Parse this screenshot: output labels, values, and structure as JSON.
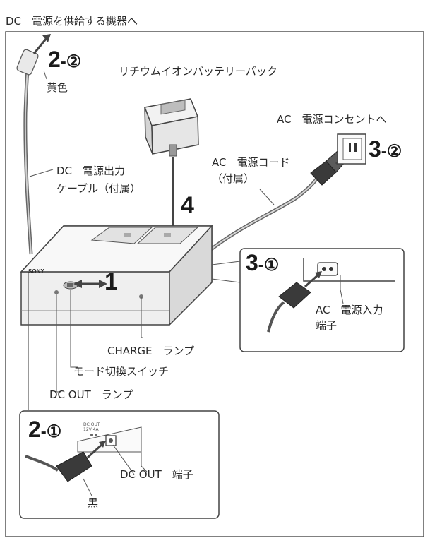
{
  "labels": {
    "dc_to_device": "DC　電源を供給する機器へ",
    "yellow": "黄色",
    "battery_pack": "リチウムイオンバッテリーパック",
    "ac_to_outlet": "AC　電源コンセントへ",
    "ac_cord_1": "AC　電源コード",
    "ac_cord_2": "（付属）",
    "dc_cable_1": "DC　電源出力",
    "dc_cable_2": "ケーブル（付属）",
    "ac_in_1": "AC　電源入力",
    "ac_in_2": "端子",
    "charge_lamp": "CHARGE　ランプ",
    "mode_switch": "モード切換スイッチ",
    "dcout_lamp": "DC OUT　ランプ",
    "dcout_terminal": "DC OUT　端子",
    "black": "黒",
    "brand": "SONY",
    "panel_text_1": "DC OUT",
    "panel_text_2": "12V 4A"
  },
  "steps": {
    "s2b_num": "2",
    "s2b_sub": "-②",
    "s3b_num": "3",
    "s3b_sub": "-②",
    "s3a_num": "3",
    "s3a_sub": "-①",
    "s2a_num": "2",
    "s2a_sub": "-①",
    "s1": "1",
    "s4": "4"
  }
}
